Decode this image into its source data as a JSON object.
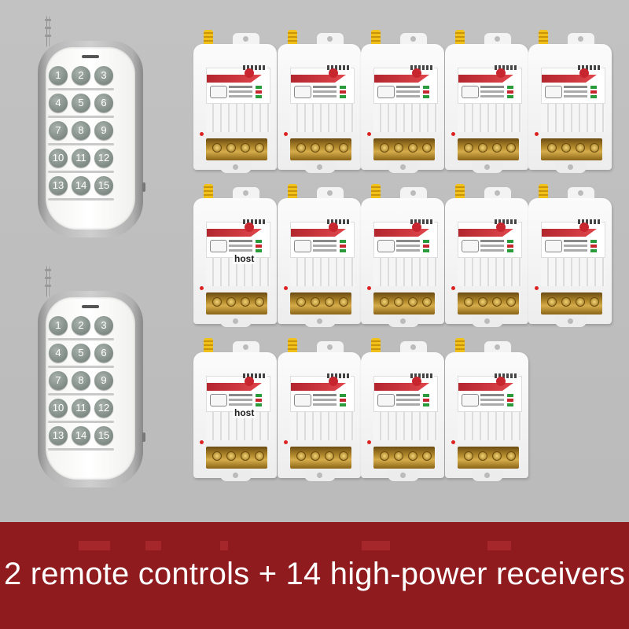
{
  "remote_keys": [
    "1",
    "2",
    "3",
    "4",
    "5",
    "6",
    "7",
    "8",
    "9",
    "10",
    "11",
    "12",
    "13",
    "14",
    "15"
  ],
  "receivers": [
    {
      "label": ""
    },
    {
      "label": ""
    },
    {
      "label": ""
    },
    {
      "label": ""
    },
    {
      "label": ""
    },
    {
      "label": "host"
    },
    {
      "label": ""
    },
    {
      "label": ""
    },
    {
      "label": ""
    },
    {
      "label": ""
    },
    {
      "label": "host"
    },
    {
      "label": ""
    },
    {
      "label": ""
    },
    {
      "label": ""
    }
  ],
  "caption": "2 remote controls + 14 high-power receivers",
  "colors": {
    "banner": "#8f1b1e",
    "background": "#bcbcbc",
    "key": "#7f8a85",
    "antenna": "#f1c21a"
  }
}
